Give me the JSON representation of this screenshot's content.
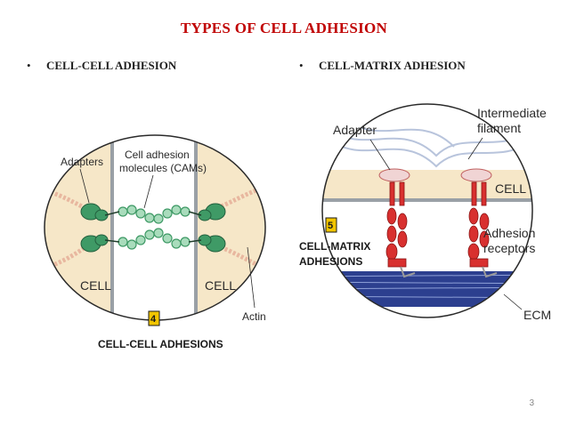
{
  "slide": {
    "title": "TYPES OF CELL ADHESION",
    "bullet_char": "•",
    "left_heading": "CELL-CELL ADHESION",
    "right_heading": "CELL-MATRIX ADHESION",
    "page_number": "3"
  },
  "cell_cell_figure": {
    "label_adapters": "Adapters",
    "label_cams_line1": "Cell adhesion",
    "label_cams_line2": "molecules (CAMs)",
    "label_cell_left": "CELL",
    "label_cell_right": "CELL",
    "label_actin": "Actin",
    "badge_number": "4",
    "caption": "CELL-CELL ADHESIONS"
  },
  "cell_matrix_figure": {
    "label_adapter": "Adapter",
    "label_filament_line1": "Intermediate",
    "label_filament_line2": "filament",
    "label_cell": "CELL",
    "label_receptors_line1": "Adhesion",
    "label_receptors_line2": "receptors",
    "label_ecm": "ECM",
    "badge_number": "5",
    "caption_line1": "CELL-MATRIX",
    "caption_line2": "ADHESIONS"
  },
  "colors": {
    "title": "#c00000",
    "cytoplasm": "#f6e7c8",
    "cam_green": "#3f9a66",
    "receptor_red": "#d8302f",
    "ecm_blue": "#2c3f8f",
    "badge_yellow": "#f2c500"
  }
}
